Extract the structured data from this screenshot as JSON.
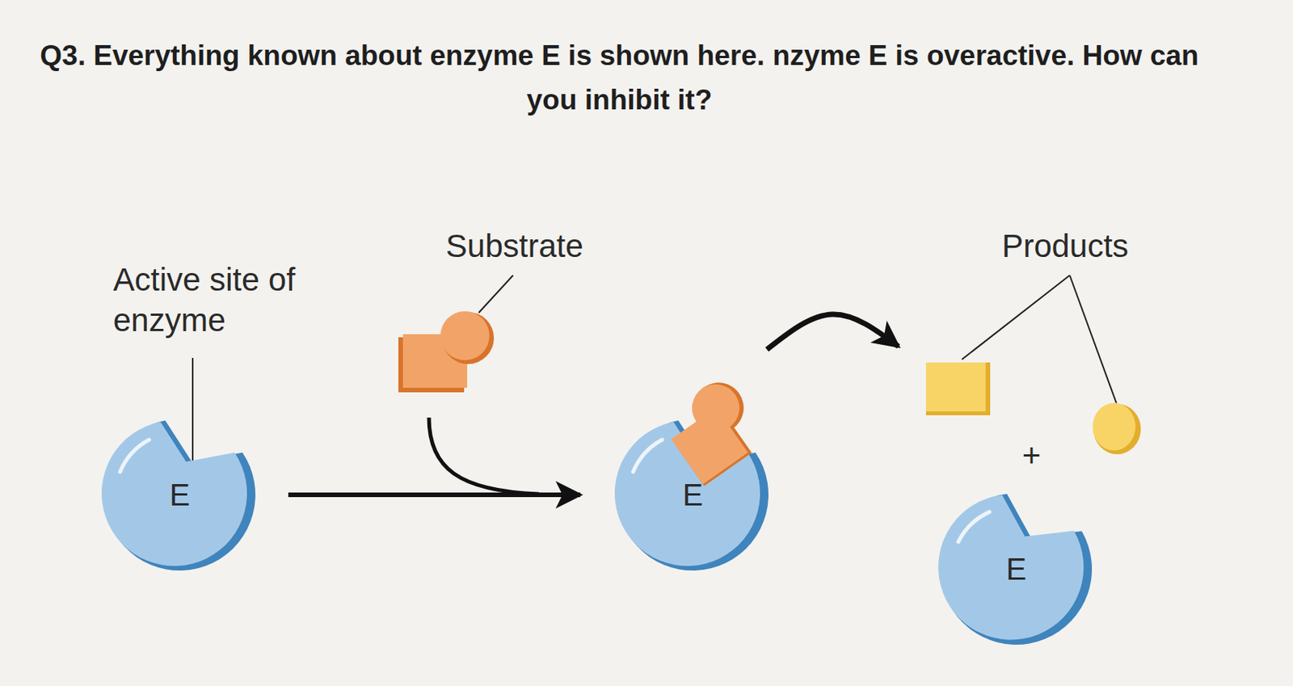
{
  "diagram": {
    "title": "Q3. Everything known about enzyme E is shown here. nzyme E is overactive. How can you inhibit it?",
    "nodes": [
      {
        "text": [
          "E"
        ]
      },
      {
        "text": [
          "E"
        ]
      },
      {
        "text": [
          "E"
        ]
      }
    ],
    "edges": [
      {
        "from": 0,
        "to": 1,
        "arrow": "to"
      },
      {
        "from": 1,
        "to": 2,
        "arrow": "to"
      }
    ],
    "labels": [
      "Active site of enzyme",
      "Substrate",
      "Products",
      "+"
    ]
  }
}
